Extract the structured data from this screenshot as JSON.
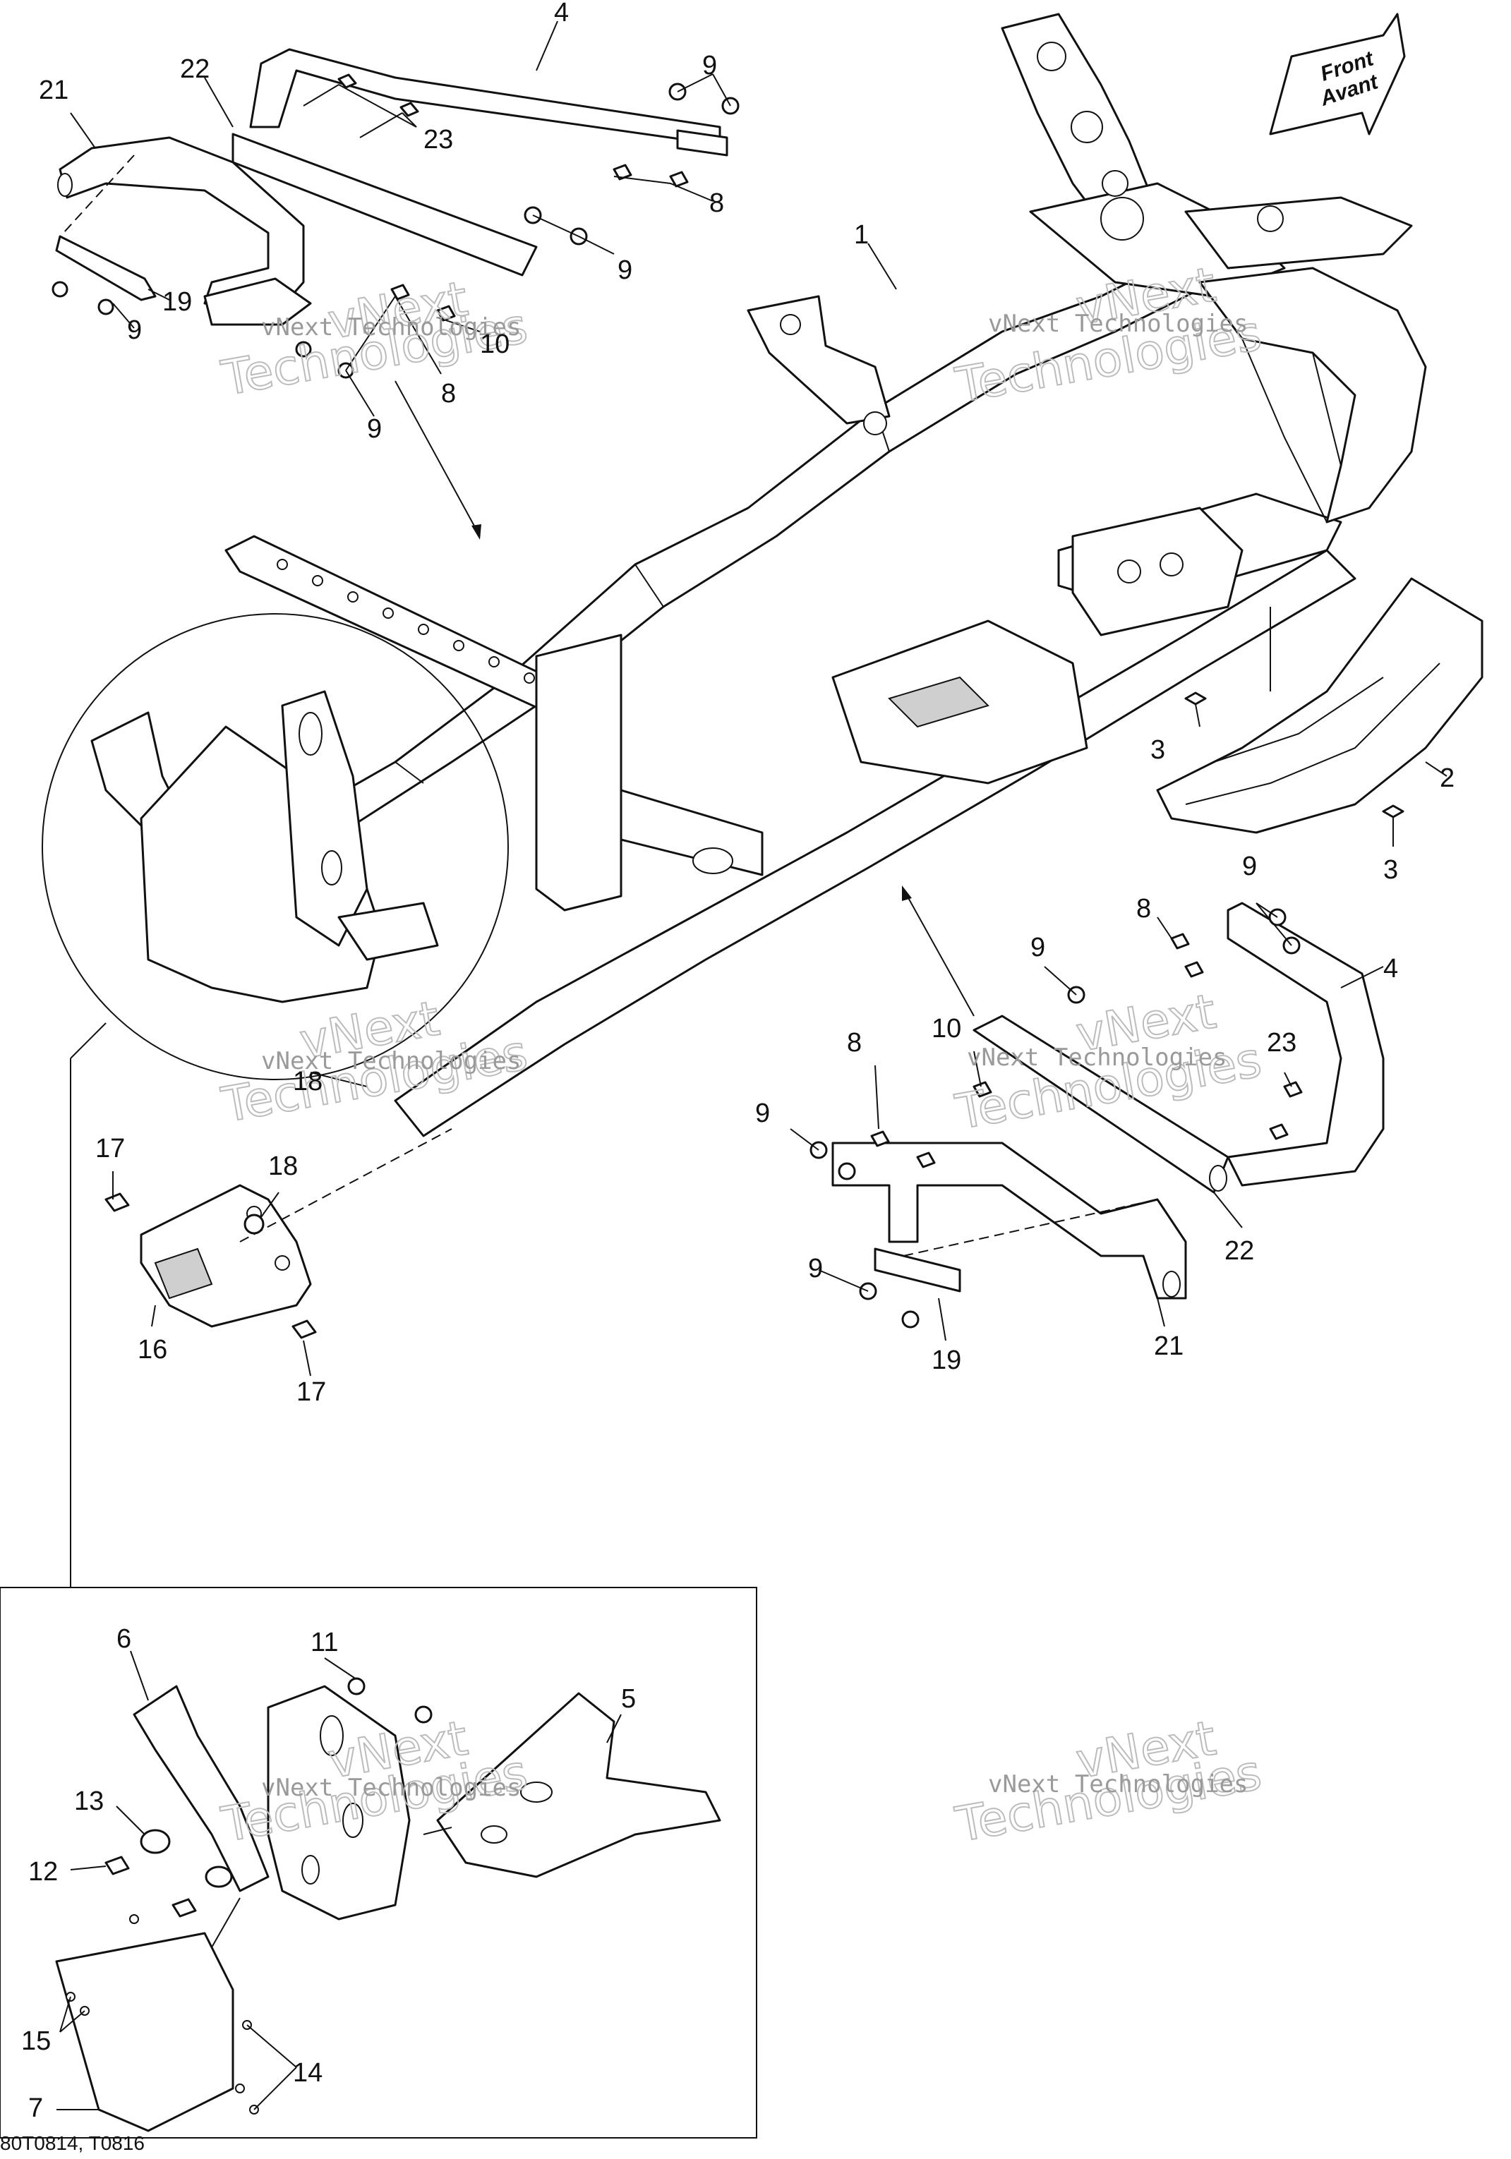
{
  "badge": {
    "line1": "Front",
    "line2": "Avant"
  },
  "watermark": {
    "line1": "vNext",
    "line2": "Technologies",
    "full": "vNext Technologies"
  },
  "footer": {
    "code": "80T0814, T0816"
  },
  "callouts": {
    "c1": "1",
    "c2": "2",
    "c3a": "3",
    "c3b": "3",
    "c4a": "4",
    "c4b": "4",
    "c5": "5",
    "c6": "6",
    "c7": "7",
    "c8a": "8",
    "c8b": "8",
    "c8c": "8",
    "c8d": "8",
    "c9a": "9",
    "c9b": "9",
    "c9c": "9",
    "c9d": "9",
    "c9e": "9",
    "c9f": "9",
    "c9g": "9",
    "c9h": "9",
    "c10a": "10",
    "c10b": "10",
    "c11": "11",
    "c12": "12",
    "c13": "13",
    "c14": "14",
    "c15": "15",
    "c16": "16",
    "c17a": "17",
    "c17b": "17",
    "c18a": "18",
    "c18b": "18",
    "c19a": "19",
    "c19b": "19",
    "c21a": "21",
    "c21b": "21",
    "c22a": "22",
    "c22b": "22",
    "c23a": "23",
    "c23b": "23"
  }
}
